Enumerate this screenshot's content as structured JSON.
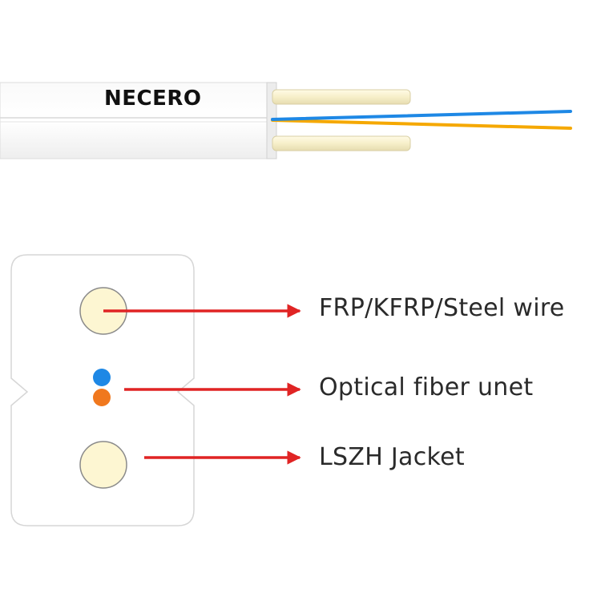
{
  "brand": "NECERO",
  "callouts": [
    {
      "id": "frp",
      "text": "FRP/KFRP/Steel wire"
    },
    {
      "id": "fiber",
      "text": "Optical fiber unet"
    },
    {
      "id": "jacket",
      "text": "LSZH Jacket"
    }
  ],
  "colors": {
    "jacket": "#ffffff",
    "jacket_outline": "#d6d6d6",
    "strength_member": "#fdf6d2",
    "fiber_blue": "#1e88e5",
    "fiber_orange": "#f0781e",
    "fiber_yellow": "#f5a800",
    "arrow": "#e02424"
  }
}
